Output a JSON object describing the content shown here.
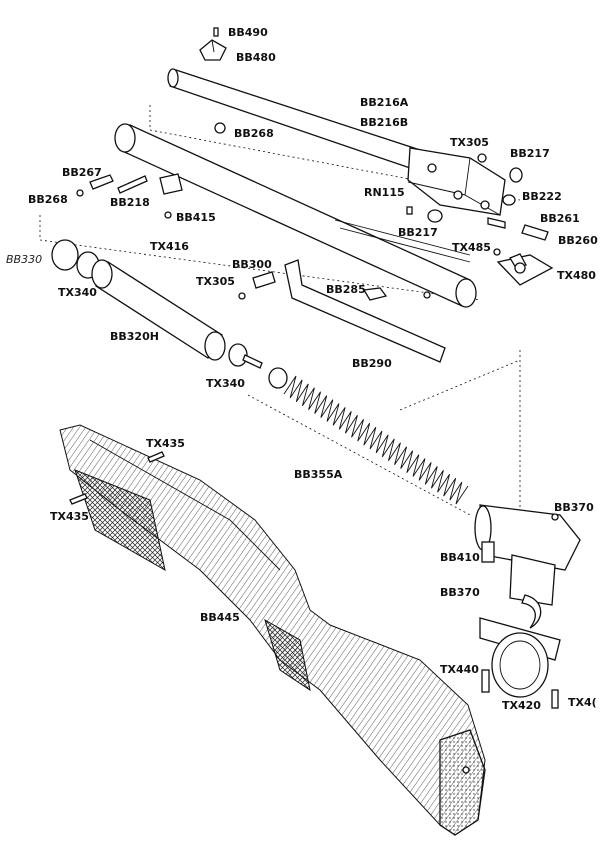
{
  "labels": {
    "bb490": "BB490",
    "bb480": "BB480",
    "bb216a": "BB216A",
    "bb216b": "BB216B",
    "bb268_top": "BB268",
    "tx305_top": "TX305",
    "bb217_top": "BB217",
    "bb267": "BB267",
    "bb268_left": "BB268",
    "bb218": "BB218",
    "bb415": "BB415",
    "tx416": "TX416",
    "rn115": "RN115",
    "bb222": "BB222",
    "bb261": "BB261",
    "bb217_mid": "BB217",
    "tx485": "TX485",
    "bb260": "BB260",
    "tx480": "TX480",
    "bb330": "BB330",
    "tx340_left": "TX340",
    "bb300": "BB300",
    "tx305_mid": "TX305",
    "bb285": "BB285",
    "bb320h": "BB320H",
    "bb290": "BB290",
    "tx340_mid": "TX340",
    "tx435_top": "TX435",
    "bb355a": "BB355A",
    "tx435_left": "TX435",
    "bb370_top": "BB370",
    "bb410": "BB410",
    "bb370_mid": "BB370",
    "bb445": "BB445",
    "tx440": "TX440",
    "tx420": "TX420",
    "tx40": "TX4("
  }
}
